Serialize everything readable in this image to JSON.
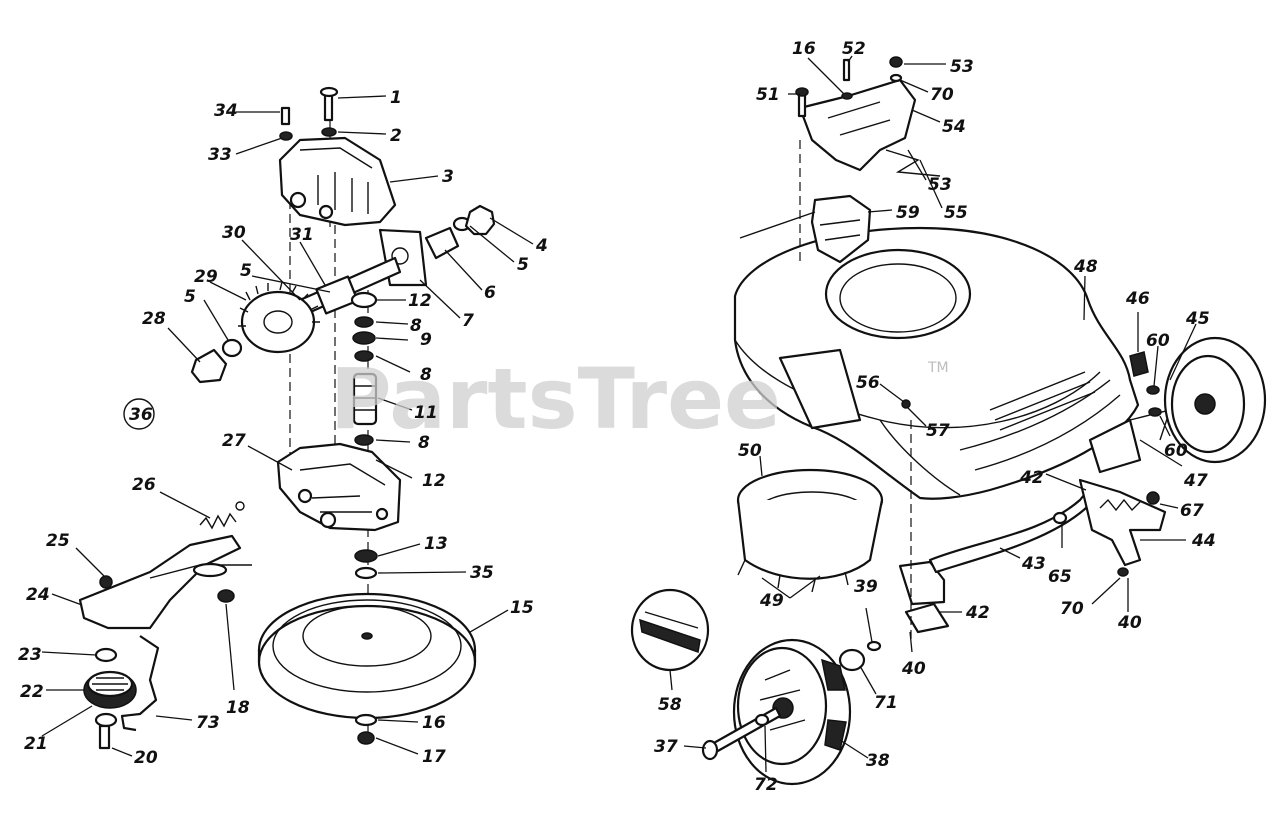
{
  "watermark": {
    "text": "PartsTree",
    "tm": "TM"
  },
  "callouts": {
    "c1": "1",
    "c2": "2",
    "c3": "3",
    "c4": "4",
    "c5a": "5",
    "c5b": "5",
    "c5c": "5",
    "c6": "6",
    "c7": "7",
    "c8a": "8",
    "c8b": "8",
    "c8c": "8",
    "c9": "9",
    "c11": "11",
    "c12a": "12",
    "c12b": "12",
    "c13": "13",
    "c15": "15",
    "c16a": "16",
    "c16b": "16",
    "c17": "17",
    "c18": "18",
    "c20": "20",
    "c21": "21",
    "c22": "22",
    "c23": "23",
    "c24": "24",
    "c25": "25",
    "c26": "26",
    "c27": "27",
    "c28": "28",
    "c29": "29",
    "c30": "30",
    "c31": "31",
    "c33": "33",
    "c34": "34",
    "c35": "35",
    "c36": "36",
    "c37": "37",
    "c38": "38",
    "c39": "39",
    "c40a": "40",
    "c40b": "40",
    "c42a": "42",
    "c42b": "42",
    "c43": "43",
    "c44": "44",
    "c45": "45",
    "c46": "46",
    "c47": "47",
    "c48": "48",
    "c49": "49",
    "c50": "50",
    "c51": "51",
    "c52": "52",
    "c53a": "53",
    "c53b": "53",
    "c54": "54",
    "c55": "55",
    "c56": "56",
    "c57": "57",
    "c58": "58",
    "c59": "59",
    "c60a": "60",
    "c60b": "60",
    "c65": "65",
    "c67": "67",
    "c70a": "70",
    "c70b": "70",
    "c71": "71",
    "c72": "72",
    "c73": "73"
  }
}
